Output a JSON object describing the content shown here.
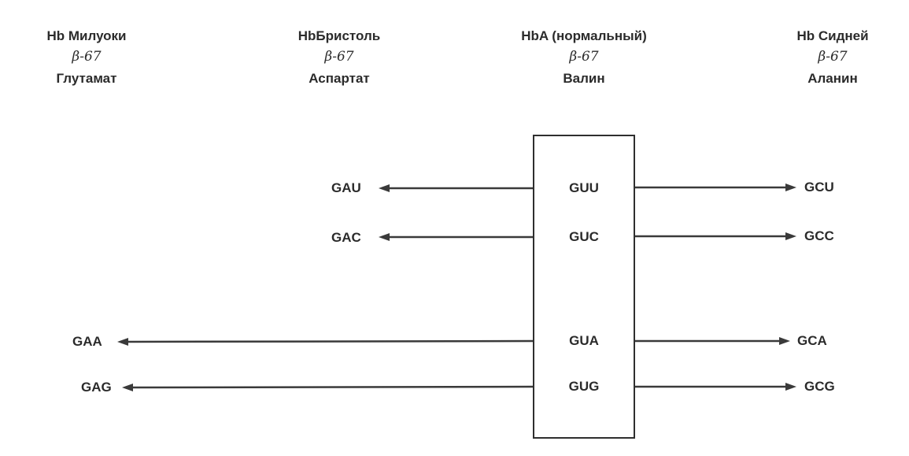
{
  "columns": {
    "milwaukee": {
      "name": "Hb Милуоки",
      "position": "β-67",
      "amino_acid": "Глутамат"
    },
    "bristol": {
      "name": "HbБристоль",
      "position": "β-67",
      "amino_acid": "Аспартат"
    },
    "hba": {
      "name": "HbA  (нормальный)",
      "position": "β-67",
      "amino_acid": "Валин"
    },
    "sydney": {
      "name": "Hb Сидней",
      "position": "β-67",
      "amino_acid": "Аланин"
    }
  },
  "codons": {
    "center": [
      "GUU",
      "GUC",
      "GUA",
      "GUG"
    ],
    "left": [
      "GAU",
      "GAC",
      "GAA",
      "GAG"
    ],
    "right": [
      "GCU",
      "GCC",
      "GCA",
      "GCG"
    ]
  },
  "colors": {
    "line": "#3a3a3a",
    "text": "#2b2b2b"
  }
}
